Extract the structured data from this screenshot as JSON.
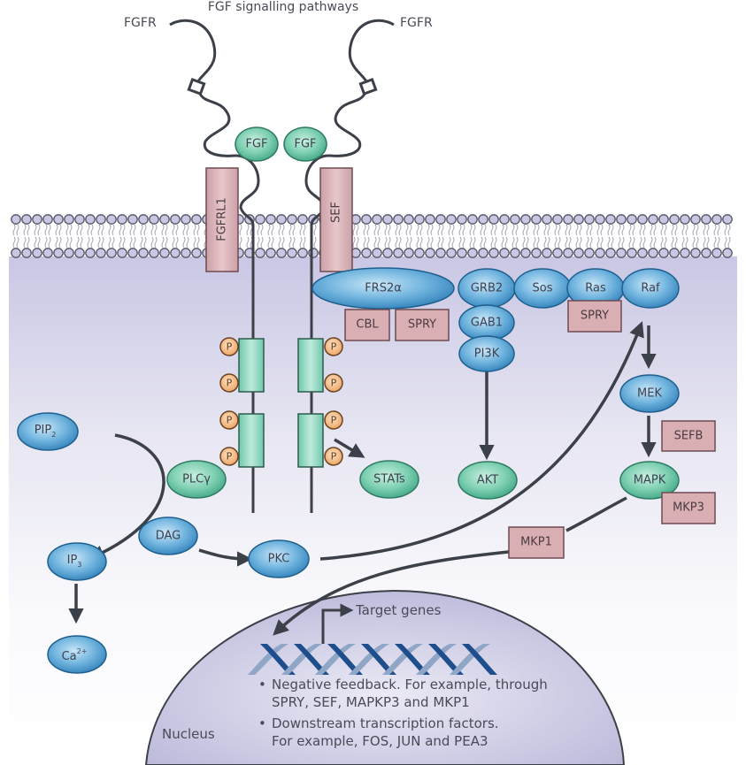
{
  "title": "FGF signalling pathways",
  "receptors": {
    "left_label": "FGFR",
    "right_label": "FGFR",
    "ligand_left": "FGF",
    "ligand_right": "FGF",
    "phospho_label": "P"
  },
  "membrane_proteins": {
    "left": "FGFRL1",
    "right": "SEF"
  },
  "adaptors": {
    "frs2": "FRS2α",
    "grb2": "GRB2",
    "sos": "Sos",
    "ras": "Ras",
    "raf": "Raf",
    "gab1": "GAB1",
    "pi3k": "PI3K",
    "cbl": "CBL",
    "spry_frs": "SPRY",
    "spry_ras": "SPRY"
  },
  "mapk_cascade": {
    "mek": "MEK",
    "mapk": "MAPK",
    "sefb": "SEFB",
    "mkp3": "MKP3",
    "mkp1": "MKP1",
    "akt": "AKT"
  },
  "plc_branch": {
    "pip2": "PIP",
    "pip2_sub": "2",
    "plcg": "PLCγ",
    "dag": "DAG",
    "ip3": "IP",
    "ip3_sub": "3",
    "ca": "Ca",
    "ca_sup": "2+",
    "pkc": "PKC",
    "stats": "STATs"
  },
  "nucleus": {
    "label": "Nucleus",
    "target_genes": "Target genes",
    "bullets": [
      [
        "Negative feedback. For example, through",
        "SPRY, SEF, MAPKP3 and MKP1"
      ],
      [
        "Downstream transcription factors.",
        "For example, FOS, JUN and PEA3"
      ]
    ]
  },
  "colors": {
    "blue_protein": "#3f8fc4",
    "green_protein": "#5bbf9c",
    "inhibitor_box": "#d7a9ae",
    "phospho": "#f2b27a",
    "membrane": "#b9b7d8",
    "nucleus": "#bdbbdc",
    "line": "#3c4048"
  }
}
